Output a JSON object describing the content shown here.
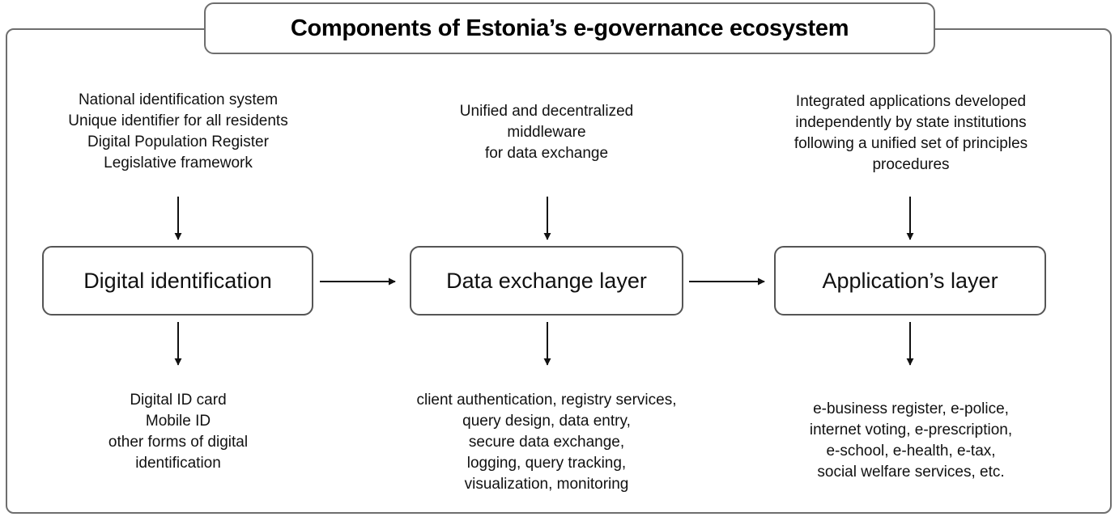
{
  "title": "Components of Estonia’s e-governance ecosystem",
  "columns": [
    {
      "node": "Digital identification",
      "inputs": [
        "National identification system",
        "Unique identifier for all residents",
        "Digital Population Register",
        "Legislative framework"
      ],
      "outputs": [
        "Digital ID card",
        "Mobile ID",
        "other forms of digital",
        "identification"
      ]
    },
    {
      "node": "Data exchange layer",
      "inputs": [
        "Unified and decentralized",
        "middleware",
        "for data exchange"
      ],
      "outputs": [
        "client authentication, registry services,",
        "query design, data entry,",
        "secure data exchange,",
        "logging, query tracking,",
        "visualization, monitoring"
      ]
    },
    {
      "node": "Application’s layer",
      "inputs": [
        "Integrated applications developed",
        "independently by state institutions",
        "following a unified set of principles",
        "procedures"
      ],
      "outputs": [
        "e-business register, e-police,",
        "internet voting, e-prescription,",
        "e-school, e-health, e-tax,",
        "social welfare services, etc."
      ]
    }
  ]
}
